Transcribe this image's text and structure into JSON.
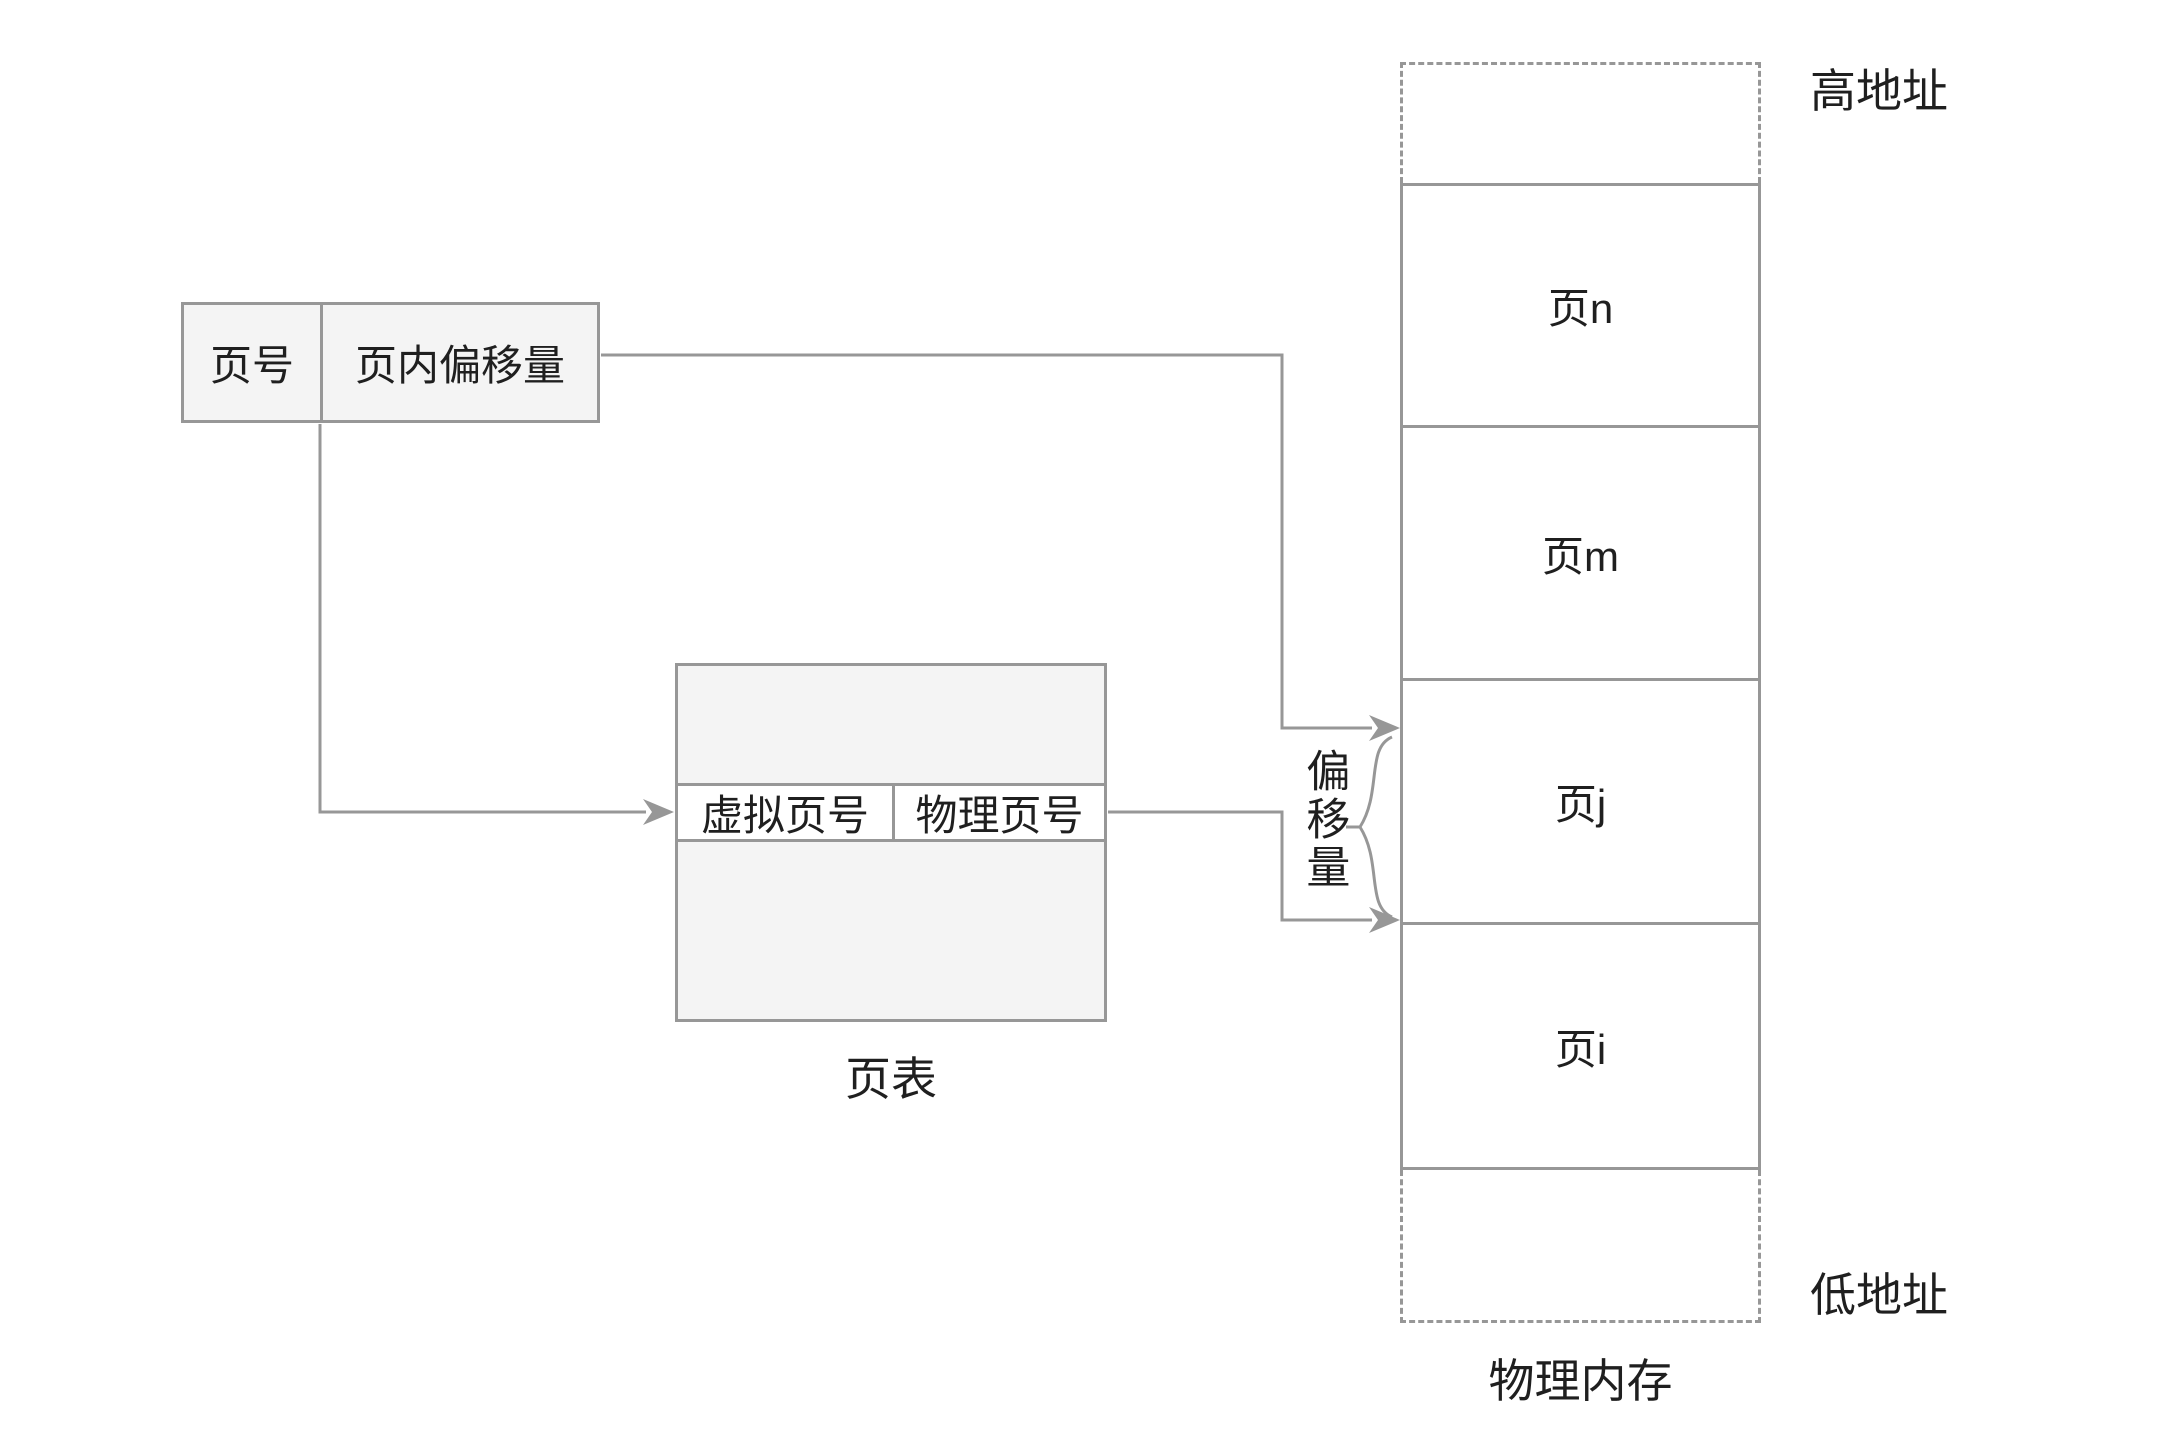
{
  "colors": {
    "line": "#979797",
    "box_fill": "#f4f4f4",
    "row_fill": "#ffffff",
    "text": "#1f1f1f"
  },
  "virtual_address": {
    "page_number": "页号",
    "page_offset": "页内偏移量"
  },
  "page_table": {
    "label": "页表",
    "columns": {
      "virtual": "虚拟页号",
      "physical": "物理页号"
    }
  },
  "physical_memory": {
    "label": "物理内存",
    "high_address": "高地址",
    "low_address": "低地址",
    "pages": [
      "页n",
      "页m",
      "页j",
      "页i"
    ]
  },
  "offset": {
    "label": "偏移量"
  }
}
